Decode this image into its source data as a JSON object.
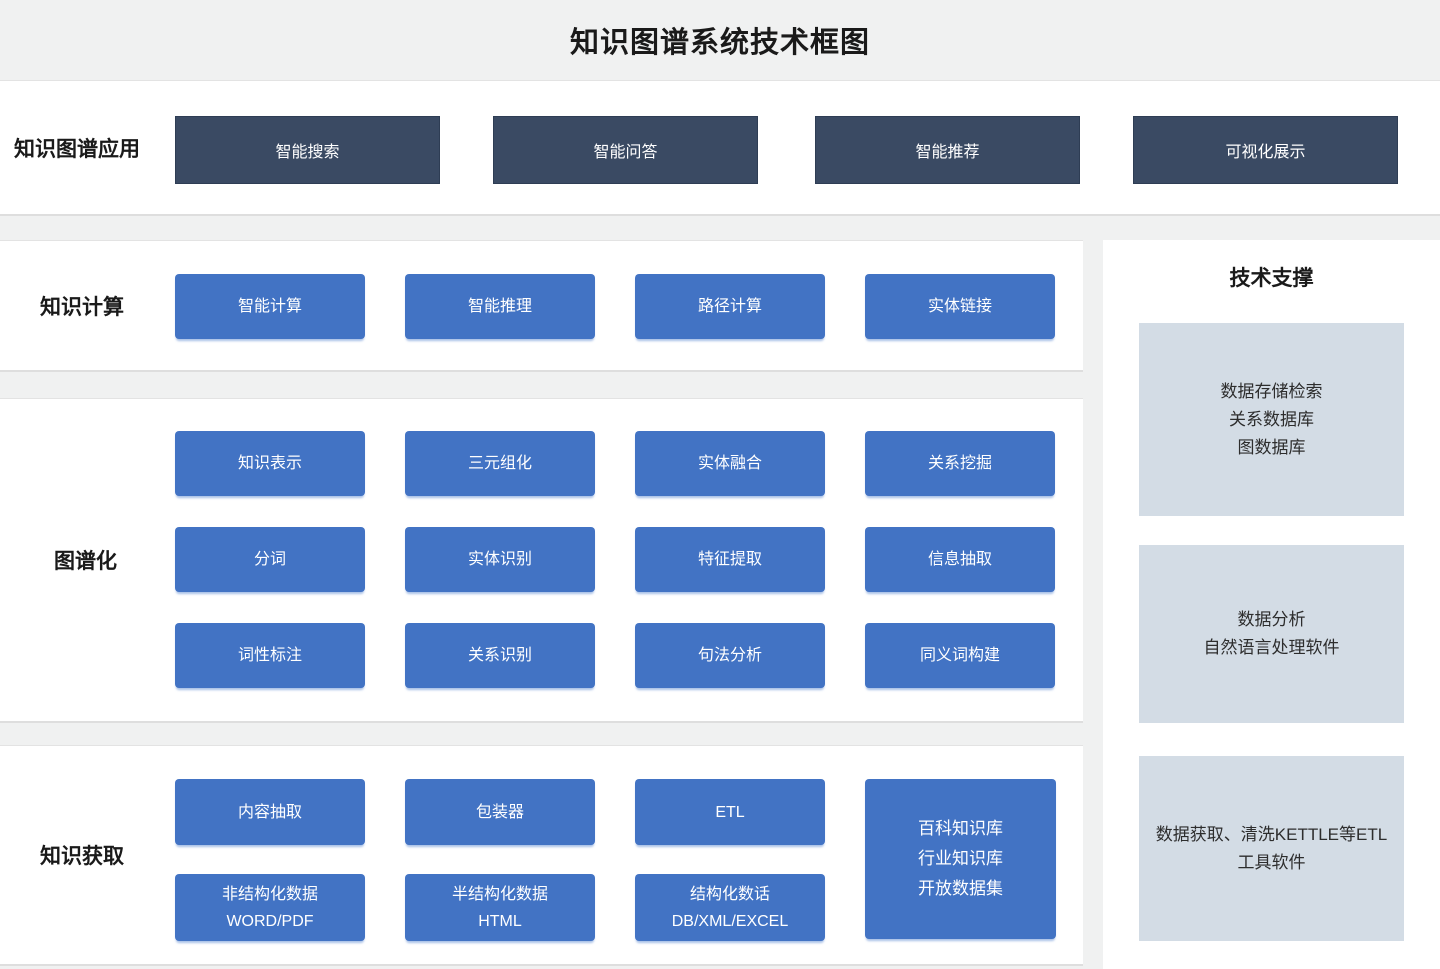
{
  "title": "知识图谱系统技术框图",
  "colors": {
    "page_background": "#f0f1f1",
    "band_background": "#ffffff",
    "dark_box": "#3a4a63",
    "blue_box": "#4273c4",
    "light_box": "#d3dce5"
  },
  "rows": {
    "applications": {
      "label": "知识图谱应用",
      "items": [
        "智能搜索",
        "智能问答",
        "智能推荐",
        "可视化展示"
      ]
    },
    "computing": {
      "label": "知识计算",
      "items": [
        "智能计算",
        "智能推理",
        "路径计算",
        "实体链接"
      ]
    },
    "graphing": {
      "label": "图谱化",
      "items": [
        [
          "知识表示",
          "三元组化",
          "实体融合",
          "关系挖掘"
        ],
        [
          "分词",
          "实体识别",
          "特征提取",
          "信息抽取"
        ],
        [
          "词性标注",
          "关系识别",
          "句法分析",
          "同义词构建"
        ]
      ]
    },
    "acquisition": {
      "label": "知识获取",
      "processes": [
        "内容抽取",
        "包装器",
        "ETL"
      ],
      "sources": [
        {
          "line1": "非结构化数据",
          "line2": "WORD/PDF"
        },
        {
          "line1": "半结构化数据",
          "line2": "HTML"
        },
        {
          "line1": "结构化数话",
          "line2": "DB/XML/EXCEL"
        }
      ],
      "knowledge_bases": [
        "百科知识库",
        "行业知识库",
        "开放数据集"
      ]
    }
  },
  "support": {
    "title": "技术支撑",
    "boxes": [
      [
        "数据存储检索",
        "关系数据库",
        "图数据库"
      ],
      [
        "数据分析",
        "自然语言处理软件"
      ],
      [
        "数据获取、清洗KETTLE等ETL工具软件"
      ]
    ]
  }
}
